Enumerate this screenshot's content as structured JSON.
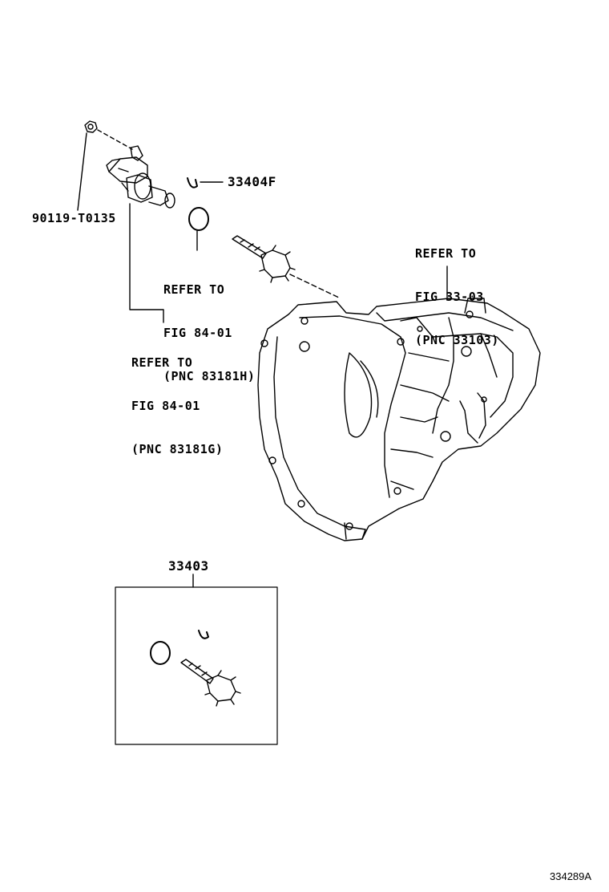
{
  "labels": {
    "bolt_part": "90119-T0135",
    "clip_part": "33404F",
    "kit_part": "33403",
    "refer_oring": [
      "REFER TO",
      "FIG 84-01",
      "(PNC 83181H)"
    ],
    "refer_sensor": [
      "REFER TO",
      "FIG 84-01",
      "(PNC 83181G)"
    ],
    "refer_case": [
      "REFER TO",
      "FIG 33-03",
      "(PNC 33103)"
    ]
  },
  "figure_code": "334289A"
}
